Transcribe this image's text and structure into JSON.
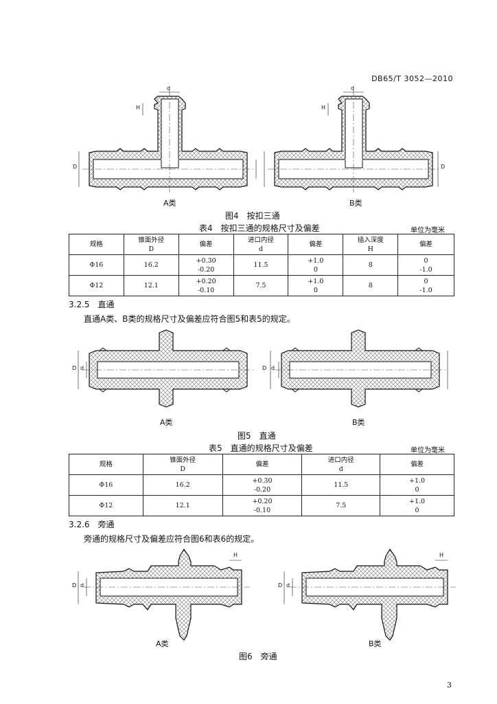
{
  "header": {
    "doc_number": "DB65/T 3052—2010"
  },
  "figure4": {
    "label_a": "A类",
    "label_b": "B类",
    "caption": "图4　按扣三通",
    "dim": {
      "d": "d",
      "H": "H",
      "D": "D"
    }
  },
  "table4": {
    "title": "表4　按扣三通的规格尺寸及偏差",
    "unit": "单位为毫米",
    "headers": [
      {
        "l1": "规格",
        "l2": ""
      },
      {
        "l1": "锥面外径",
        "l2": "D"
      },
      {
        "l1": "偏差",
        "l2": ""
      },
      {
        "l1": "进口内径",
        "l2": "d"
      },
      {
        "l1": "偏差",
        "l2": ""
      },
      {
        "l1": "插入深度",
        "l2": "H"
      },
      {
        "l1": "偏差",
        "l2": ""
      }
    ],
    "rows": [
      {
        "spec": "Φ16",
        "D": "16.2",
        "dev_D": [
          "+0.30",
          "-0.20"
        ],
        "d": "11.5",
        "dev_d": [
          "+1.0",
          "0"
        ],
        "H": "8",
        "dev_H": [
          "0",
          "-1.0"
        ]
      },
      {
        "spec": "Φ12",
        "D": "12.1",
        "dev_D": [
          "+0.20",
          "-0.10"
        ],
        "d": "7.5",
        "dev_d": [
          "+1.0",
          "0"
        ],
        "H": "8",
        "dev_H": [
          "0",
          "-1.0"
        ]
      }
    ]
  },
  "section_325": {
    "heading": "3.2.5　直通",
    "text": "直通A类、B类的规格尺寸及偏差应符合图5和表5的规定。"
  },
  "figure5": {
    "label_a": "A类",
    "label_b": "B类",
    "caption": "图5　直通",
    "dim": {
      "d": "d",
      "D": "D"
    }
  },
  "table5": {
    "title": "表5　直通的规格尺寸及偏差",
    "unit": "单位为毫米",
    "headers": [
      {
        "l1": "规格",
        "l2": ""
      },
      {
        "l1": "锥面外径",
        "l2": "D"
      },
      {
        "l1": "偏差",
        "l2": ""
      },
      {
        "l1": "进口内径",
        "l2": "d"
      },
      {
        "l1": "偏差",
        "l2": ""
      }
    ],
    "rows": [
      {
        "spec": "Φ16",
        "D": "16.2",
        "dev_D": [
          "+0.30",
          "-0.20"
        ],
        "d": "11.5",
        "dev_d": [
          "+1.0",
          "0"
        ]
      },
      {
        "spec": "Φ12",
        "D": "12.1",
        "dev_D": [
          "+0.20",
          "-0.10"
        ],
        "d": "7.5",
        "dev_d": [
          "+1.0",
          "0"
        ]
      }
    ]
  },
  "section_326": {
    "heading": "3.2.6　旁通",
    "text": "旁通的规格尺寸及偏差应符合图6和表6的规定。"
  },
  "figure6": {
    "label_a": "A类",
    "label_b": "B类",
    "caption": "图6　旁通",
    "dim": {
      "d": "d",
      "H": "H",
      "D": "D"
    }
  },
  "page_number": "3"
}
